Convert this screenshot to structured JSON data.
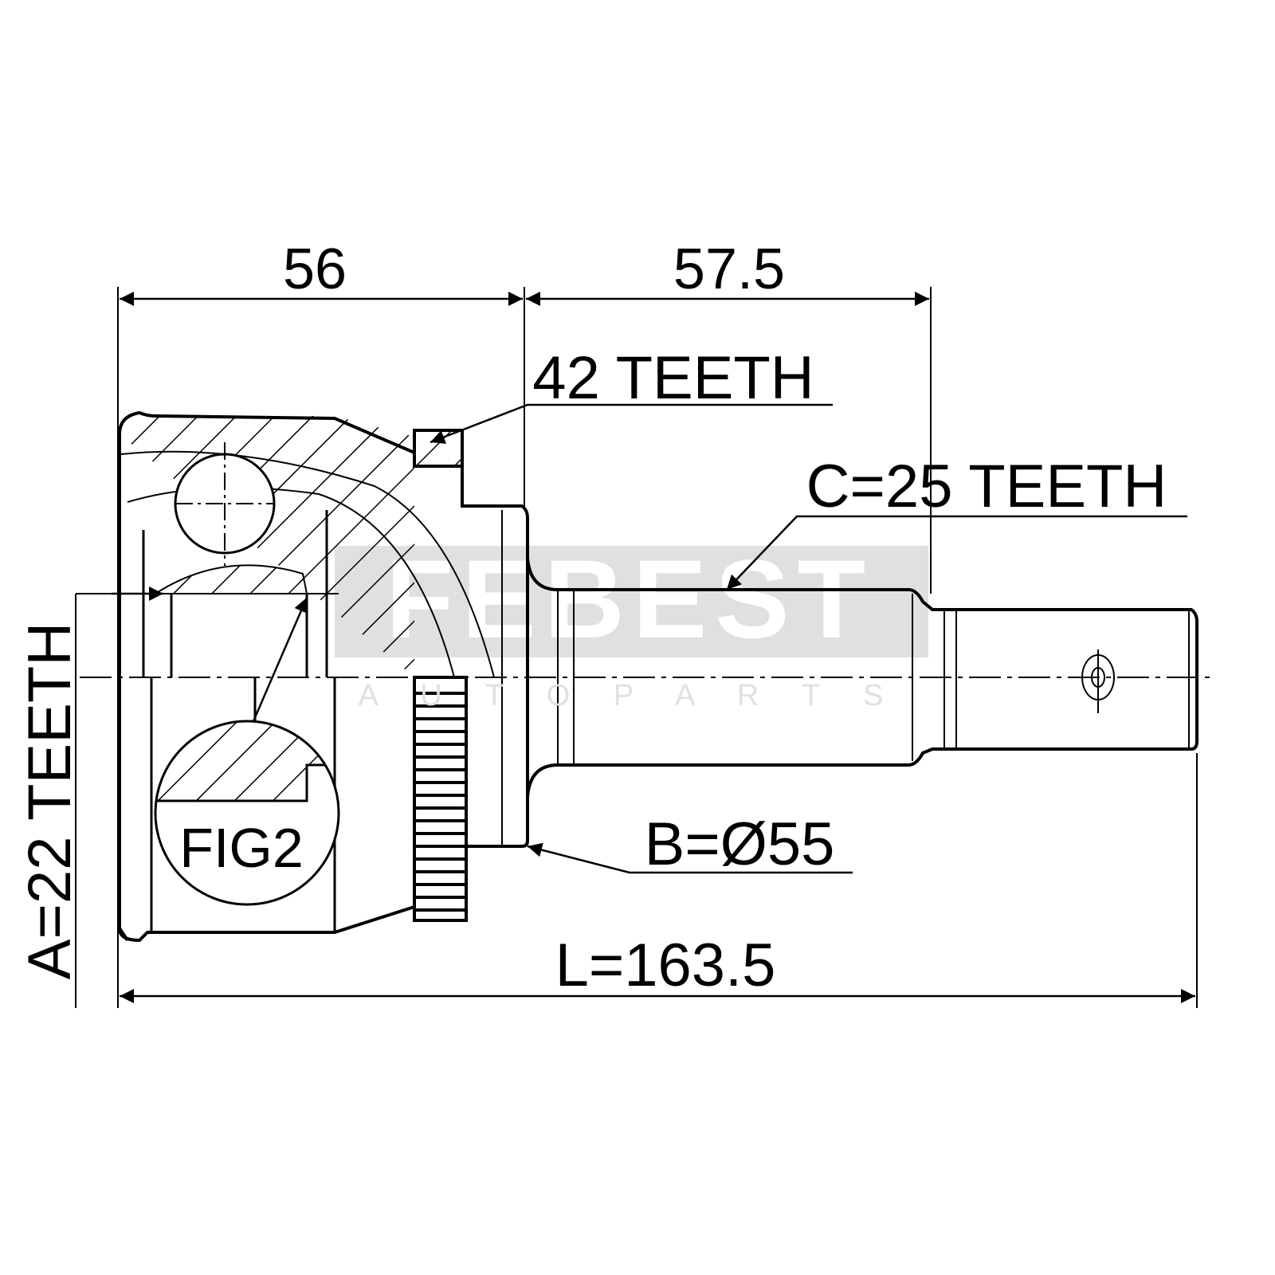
{
  "drawing": {
    "dimensions": {
      "housing_length": "56",
      "shaft_length": "57.5",
      "total_length": "L=163.5"
    },
    "callouts": {
      "abs_ring": "42 TEETH",
      "outer_spline": "C=25 TEETH",
      "inner_spline": "A=22 TEETH",
      "seal_diameter": "B=Ø55",
      "detail": "FIG2"
    },
    "watermark": {
      "brand": "FEBEST",
      "tagline": "A U T O   P A R T S",
      "color": "#e0e0e0"
    }
  }
}
